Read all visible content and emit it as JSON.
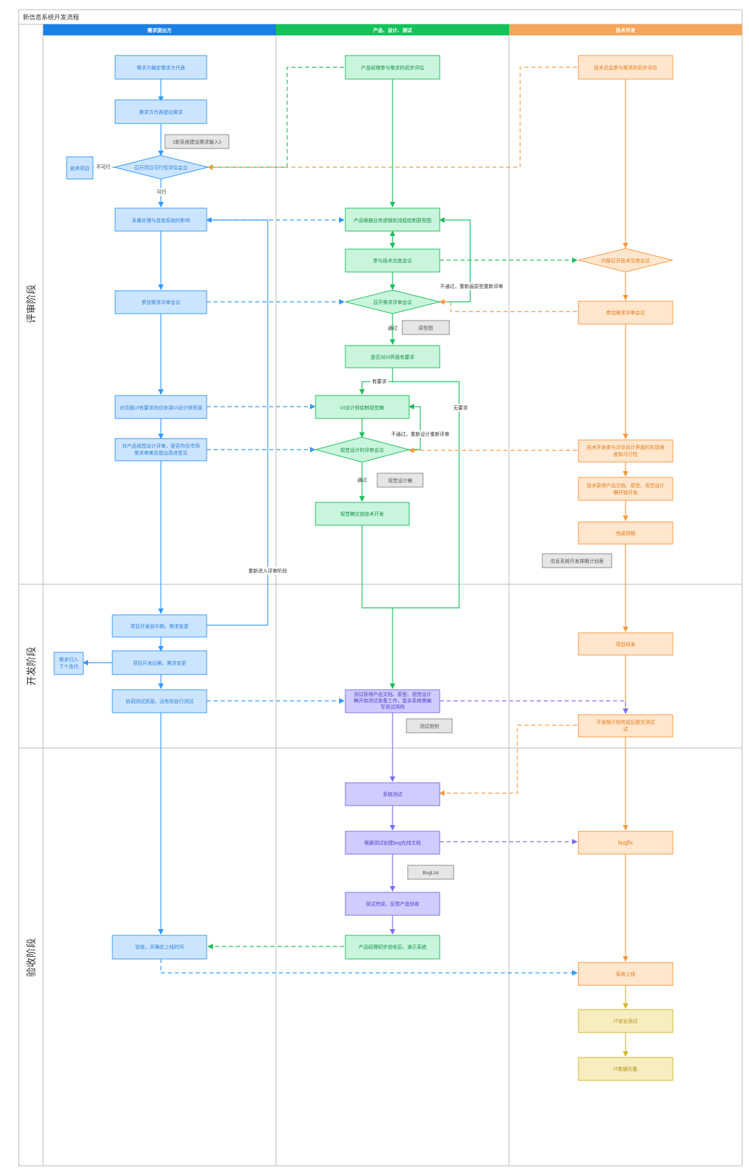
{
  "title": "新信息系统开发流程",
  "lanes": [
    {
      "label": "需求提出方",
      "color": "#1a80e6"
    },
    {
      "label": "产品、设计、测试",
      "color": "#12c35a"
    },
    {
      "label": "技术开发",
      "color": "#f5a55c"
    }
  ],
  "phases": [
    {
      "label": "评审阶段"
    },
    {
      "label": "开发阶段"
    },
    {
      "label": "验收阶段"
    }
  ],
  "nodes": {
    "n1": "需求方确定需求方代表",
    "n2": "需求方代表提出需求",
    "n3": "召开项目可行性评估会议",
    "n4": "放弃项目",
    "n5": "多番处理与其他系统的影响",
    "n6": "参加需求评审会议",
    "n7": "对页面UI有要求的应协调UI设计师资源",
    "n8a": "对产品视觉设计评审，是否符合市场",
    "n8b": "需求审美及提出改进意见",
    "n9": "项目开发前中期，需求变更",
    "n10": "需求归入",
    "n10b": "下个迭代",
    "n11": "项目开发后期，需求变更",
    "n12": "协调测试资源，没有则自行测试",
    "n13": "验收，并确定上线时间",
    "p1": "产品经理参与需求的初步评估",
    "p2": "产品根据业务逻辑和流程绘制原型图",
    "p3": "参与技术交底会议",
    "p4": "召开需求评审会议",
    "p5": "是否对UI界面有要求",
    "p6": "UI设计师绘制视觉稿",
    "p7": "视觉设计的评审会议",
    "p8": "视觉稿交由技术开发",
    "p9a": "测试获得产品文档、原型、视觉设计",
    "p9b": "稿开始测试准备工作，复杂系统需编",
    "p9c": "写测试用例",
    "p10": "系统测试",
    "p11": "根据测试创建bug在线文档",
    "p12": "测试完成，反馈产品验收",
    "p13": "产品经理初步验收后，演示系统",
    "t1": "技术总监参与需求的初步评估",
    "t2": "内部召开技术交底会议",
    "t3": "参加需求评审会议",
    "t4a": "技术开发参与讨论设计界面的实现难",
    "t4b": "度和可行性",
    "t5a": "技术获得产品文档、原型、视觉设计",
    "t5b": "稿开始开发",
    "t6": "完成排期",
    "t7": "项目研发",
    "t8a": "开发按计划完成后提交测试",
    "t8b": "试",
    "t9": "bugfix",
    "t10": "系统上线",
    "t11": "IT安全测试",
    "t12": "IT数据灾备"
  },
  "notes": {
    "new_sys": "《新系统建设需求输入》",
    "prototype": "原型图",
    "visual": "视觉设计稿",
    "schedule": "信息系统开发排期计划表",
    "testcase": "测试用例",
    "buglist": "BugList"
  },
  "labels": {
    "not_feasible": "不可行",
    "feasible": "可行",
    "pass1": "通过",
    "fail1": "不通过，重新画原型重新评审",
    "required": "有要求",
    "not_required": "无要求",
    "fail2": "不通过，重新设计重新评审",
    "pass2": "通过",
    "reenter": "重新进入评审阶段"
  },
  "colors": {
    "blue_fill": "#cce5ff",
    "blue_stroke": "#3399ff",
    "blue_text": "#2b7fd9",
    "green_fill": "#c9f5dc",
    "green_stroke": "#1fbf5c",
    "orange_fill": "#ffe6cc",
    "orange_stroke": "#f59b45",
    "purple_fill": "#d0ccff",
    "purple_stroke": "#7a70ee",
    "yellow_fill": "#f7edbe",
    "yellow_stroke": "#d6b52e"
  }
}
